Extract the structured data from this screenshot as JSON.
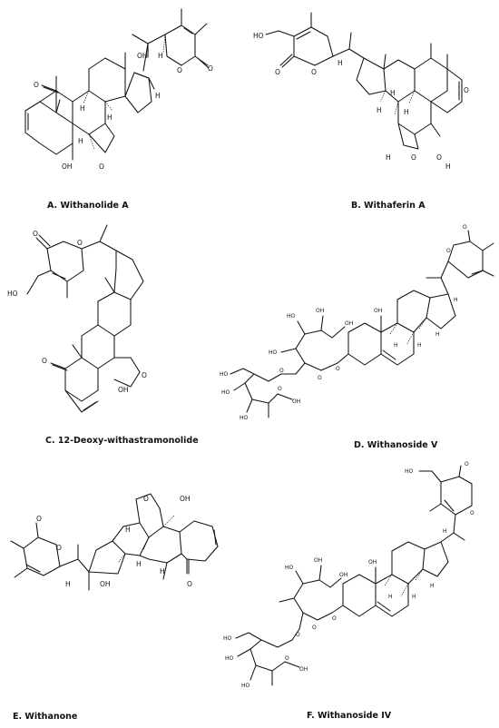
{
  "panels": [
    {
      "id": "A",
      "caption": "A.  Withanolide A",
      "labels": {
        "oh_side": "OH",
        "o_lactone": "O",
        "o_carbonyl": "O",
        "h1": "H",
        "h2": "H",
        "h3": "H",
        "o_ketone": "O",
        "h4": "H",
        "h5": "H",
        "oh_ring": "OH",
        "o_epoxide": "O"
      }
    },
    {
      "id": "B",
      "caption": "B.  Withaferin A",
      "labels": {
        "ho": "HO",
        "o_carbonyl": "O",
        "o_lactone": "O",
        "h1": "H",
        "h2": "H",
        "h3": "H",
        "h4": "H",
        "o_ketone": "O",
        "h5": "H",
        "o_epoxide": "O",
        "o_oh": "O",
        "h_oh": "H"
      }
    },
    {
      "id": "C",
      "caption": "C.  12-Deoxy-withastramonolide",
      "labels": {
        "o_carbonyl": "O",
        "o_lactone": "O",
        "ho": "HO",
        "o_ketone": "O",
        "o_epoxide": "O",
        "oh": "OH"
      }
    },
    {
      "id": "D",
      "caption": "D.  Withanoside V",
      "labels": {
        "o_carbonyl": "O",
        "o_lactone": "O",
        "h1": "H",
        "oh1": "OH",
        "ho1": "HO",
        "oh2": "OH",
        "oh3": "OH",
        "h2": "H",
        "h3": "H",
        "h4": "H",
        "ho2": "HO",
        "o1": "O",
        "o2": "O",
        "o3": "O",
        "o4": "O",
        "ho3": "HO",
        "ho4": "HO",
        "oh4": "OH",
        "ho5": "HO"
      }
    },
    {
      "id": "E",
      "caption": "E.  Withanone",
      "labels": {
        "o_epoxide": "O",
        "oh1": "OH",
        "h1": "H",
        "h2": "H",
        "h3": "H",
        "o_ketone": "O",
        "o_carbonyl": "O",
        "o_lactone": "O",
        "h4": "H",
        "oh2": "OH"
      }
    },
    {
      "id": "F",
      "caption": "F.  Withanoside IV",
      "labels": {
        "ho1": "HO",
        "o_carbonyl": "O",
        "o_lactone": "O",
        "h1": "H",
        "oh1": "OH",
        "oh2": "OH",
        "ho2": "HO",
        "oh3": "OH",
        "h2": "H",
        "h3": "H",
        "h4": "H",
        "o1": "O",
        "o2": "O",
        "o3": "O",
        "ho3": "HO",
        "o4": "O",
        "ho4": "HO",
        "ho5": "HO",
        "oh4": "OH"
      }
    }
  ]
}
